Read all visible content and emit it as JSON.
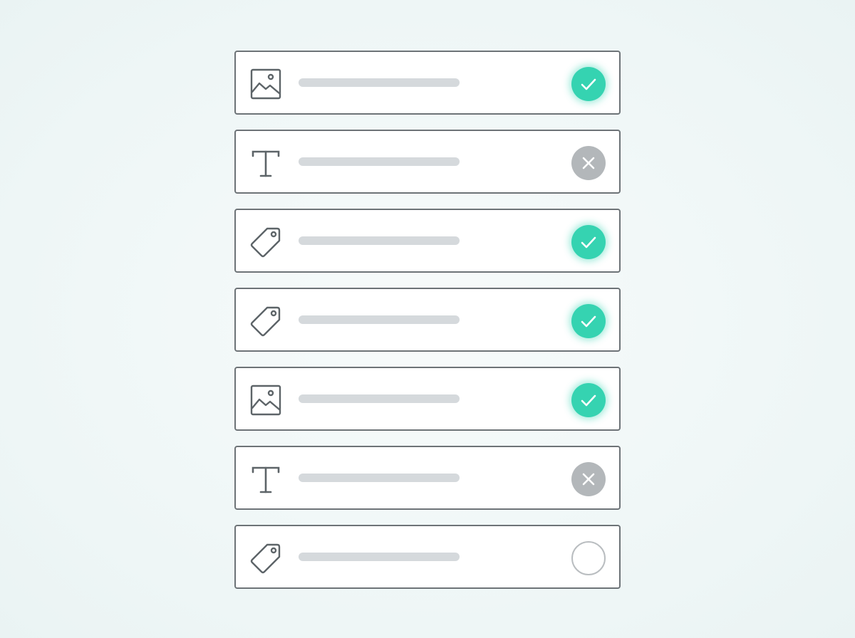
{
  "colors": {
    "accent": "#35d3b1",
    "rejected": "#b3b7ba",
    "border": "#6d7377",
    "placeholder": "#d5d9dc"
  },
  "items": [
    {
      "type_icon": "image-icon",
      "status": "checked"
    },
    {
      "type_icon": "text-icon",
      "status": "rejected"
    },
    {
      "type_icon": "tag-icon",
      "status": "checked"
    },
    {
      "type_icon": "tag-icon",
      "status": "checked"
    },
    {
      "type_icon": "image-icon",
      "status": "checked"
    },
    {
      "type_icon": "text-icon",
      "status": "rejected"
    },
    {
      "type_icon": "tag-icon",
      "status": "unchecked"
    }
  ]
}
